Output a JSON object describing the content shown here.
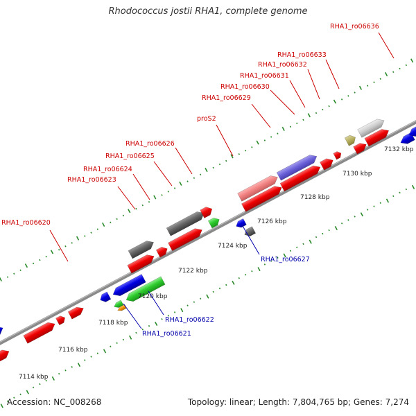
{
  "title": "Rhodococcus jostii RHA1, complete genome",
  "footer": {
    "accession": "Accession: NC_008268",
    "summary": "Topology: linear; Length: 7,804,765 bp; Genes: 7,274"
  },
  "colors": {
    "forward_label": "#cc0000",
    "reverse_label": "#0000aa",
    "tick": "#2a8a2a",
    "axis": "#999999"
  },
  "scale_labels": [
    "7114 kbp",
    "7116 kbp",
    "7118 kbp",
    "7120 kbp",
    "7122 kbp",
    "7124 kbp",
    "7126 kbp",
    "7128 kbp",
    "7130 kbp",
    "7132 kbp"
  ],
  "forward_labels": [
    "RHA1_ro06620",
    "RHA1_ro06623",
    "RHA1_ro06624",
    "RHA1_ro06625",
    "RHA1_ro06626",
    "proS2",
    "RHA1_ro06629",
    "RHA1_ro06630",
    "RHA1_ro06631",
    "RHA1_ro06632",
    "RHA1_ro06633",
    "RHA1_ro06636"
  ],
  "reverse_labels": [
    "RHA1_ro06621",
    "RHA1_ro06622",
    "RHA1_ro06627"
  ]
}
